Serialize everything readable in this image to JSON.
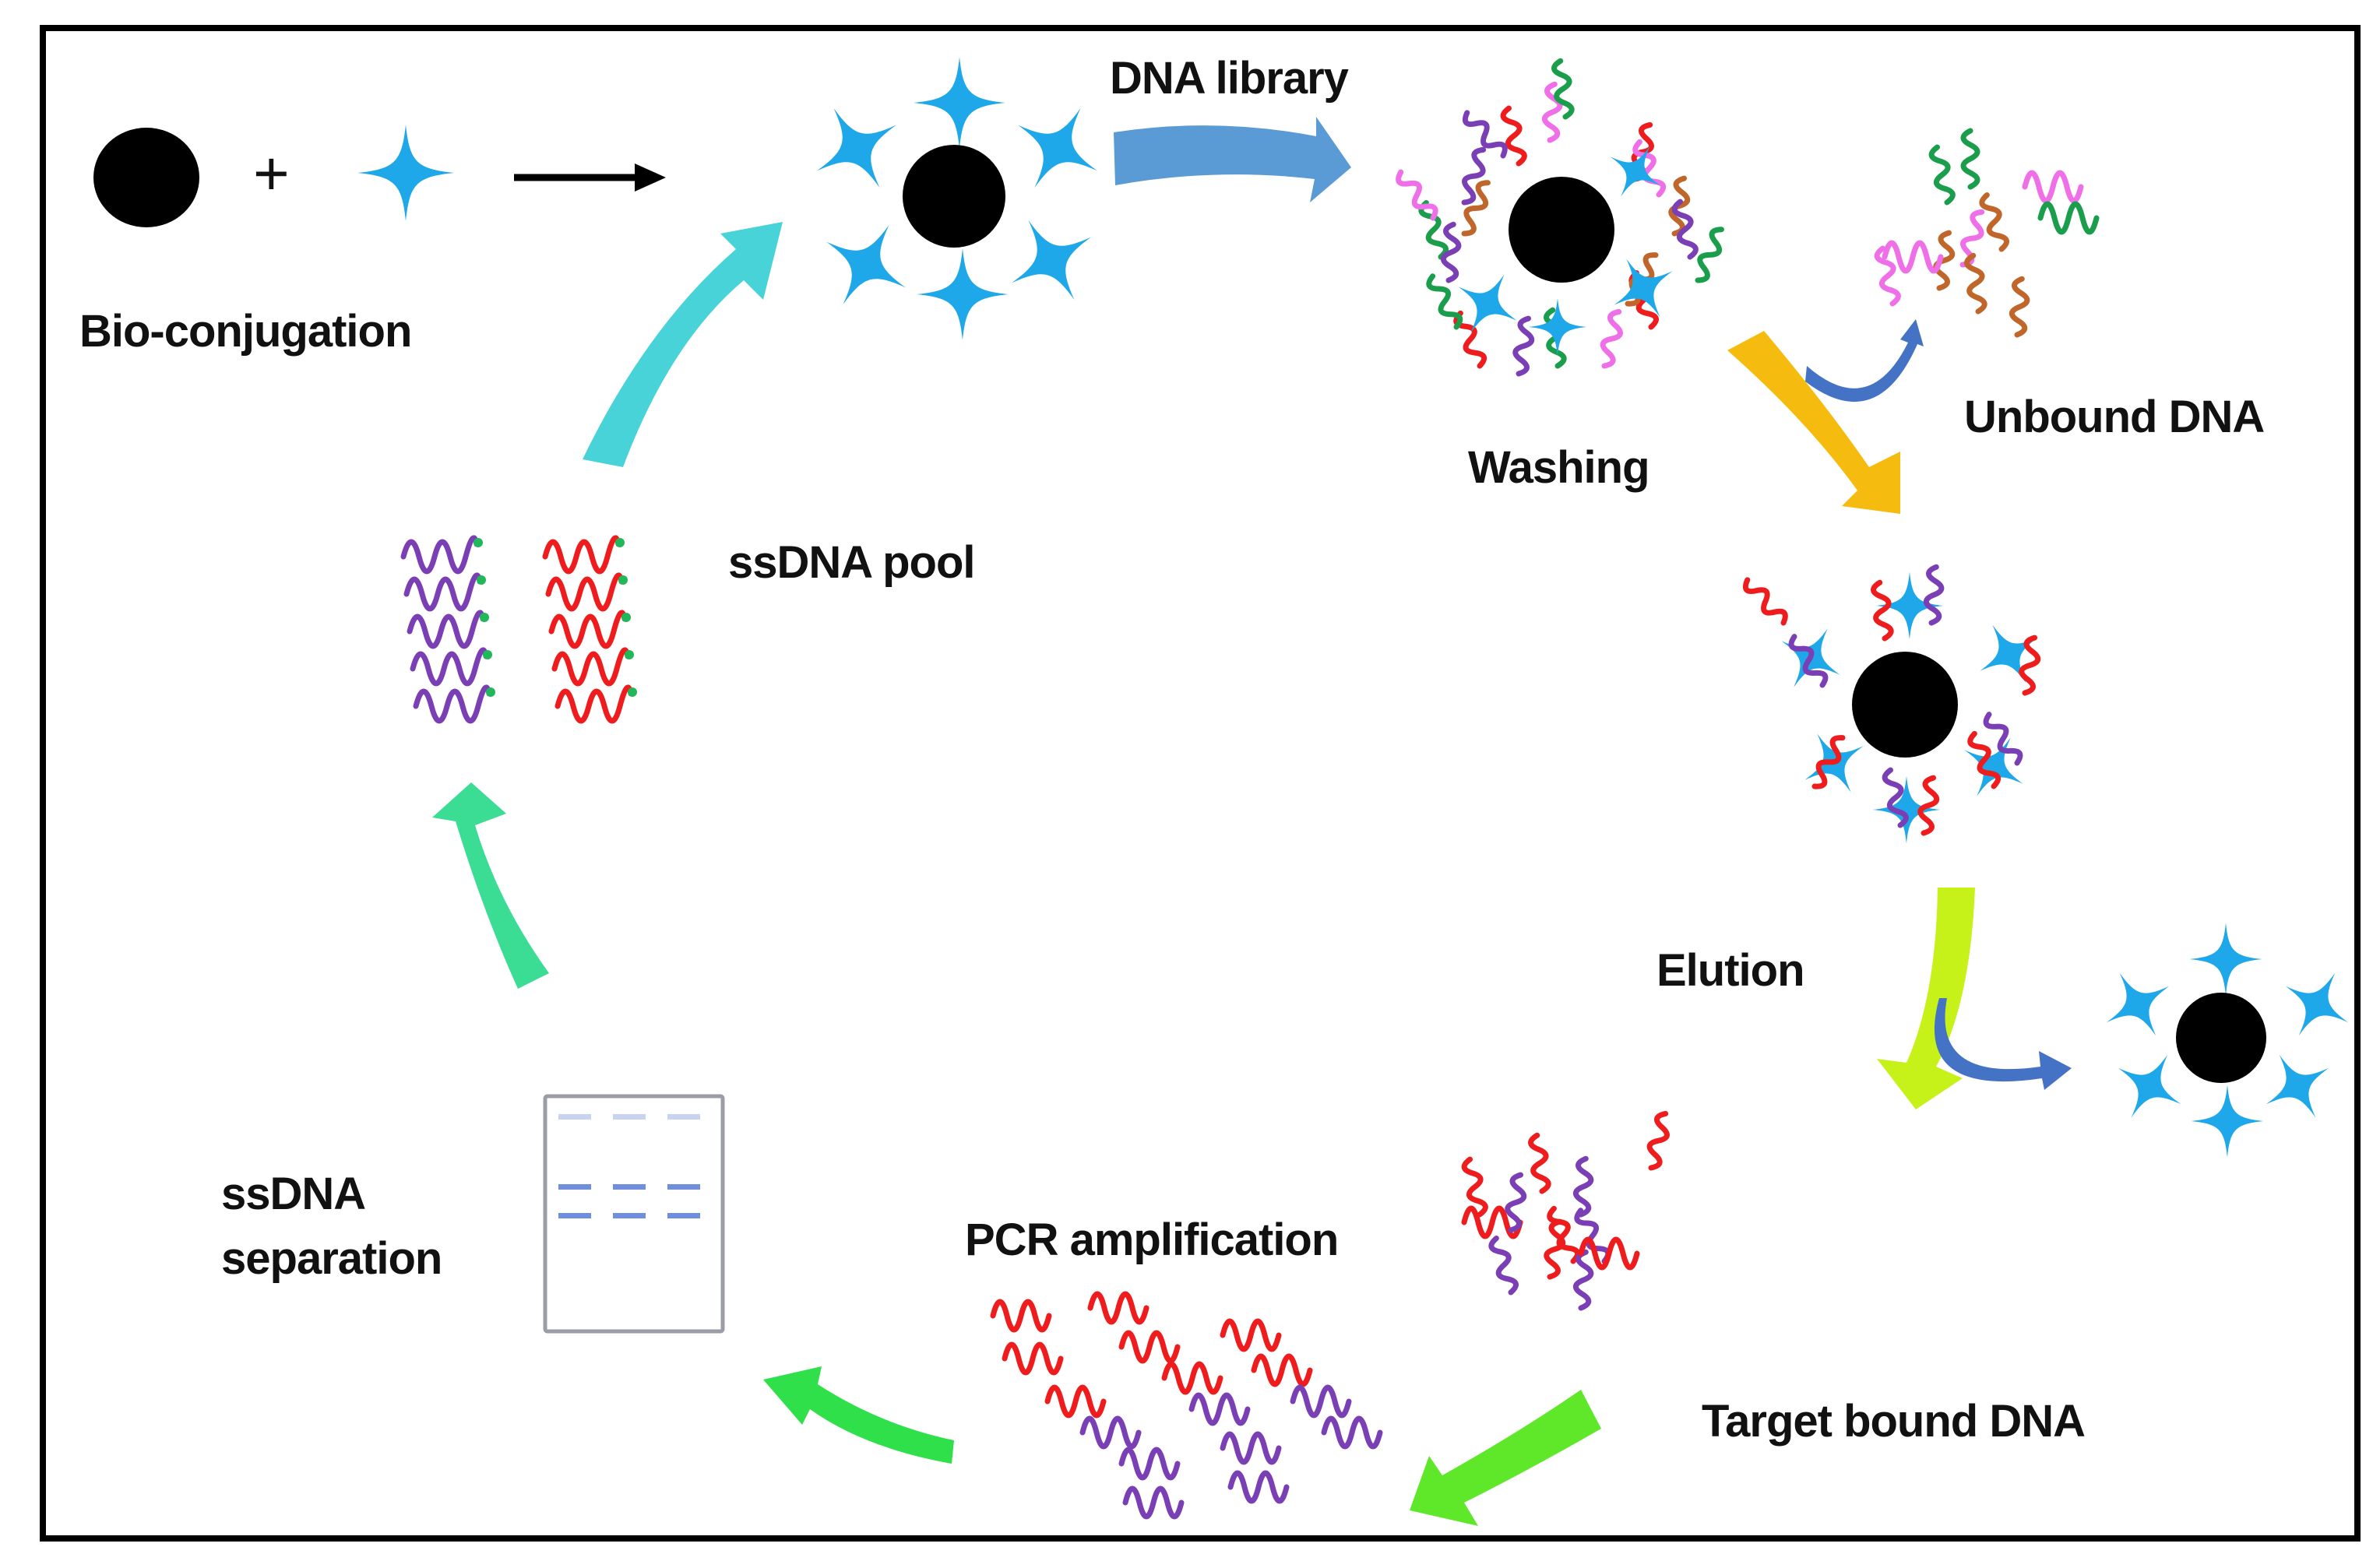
{
  "figure": {
    "type": "SELEX cycle schematic",
    "labels": {
      "bio_conjugation": "Bio-conjugation",
      "dna_library": "DNA library",
      "washing": "Washing",
      "unbound_dna": "Unbound DNA",
      "elution": "Elution",
      "target_bound_dna": "Target bound DNA",
      "pcr_amplification": "PCR amplification",
      "ssdna_separation_line1": "ssDNA",
      "ssdna_separation_line2": "separation",
      "ssdna_pool": "ssDNA pool"
    },
    "equation_symbols": {
      "plus": "+"
    },
    "steps": [
      "Bio-conjugation",
      "DNA library",
      "Washing",
      "Unbound DNA",
      "Elution",
      "Target bound DNA",
      "PCR amplification",
      "ssDNA separation",
      "ssDNA pool"
    ],
    "colors": {
      "bead": "#000000",
      "target_star": "#1ea8ea",
      "arrow_dna_library": "#5b9bd5",
      "arrow_washing": "#f6bb0f",
      "arrow_elution": "#c6f21a",
      "arrow_target_to_pcr": "#5fe829",
      "arrow_pcr_to_separation": "#2fe04b",
      "arrow_separation_to_pool": "#3bdc93",
      "arrow_pool_to_conjugation": "#47d3d8",
      "arrow_side": "#4472c4",
      "dna_red": "#ee1c1c",
      "dna_purple": "#7b3fb5",
      "dna_green": "#1b9e4b",
      "dna_pink": "#ef6fe8",
      "dna_orange": "#c0662a",
      "gel_band": "#6f8fdc",
      "gel_band_faint": "#c9d3ef",
      "frame": "#000000"
    },
    "gel": {
      "lanes": 3,
      "bands_per_lane": 3
    }
  }
}
